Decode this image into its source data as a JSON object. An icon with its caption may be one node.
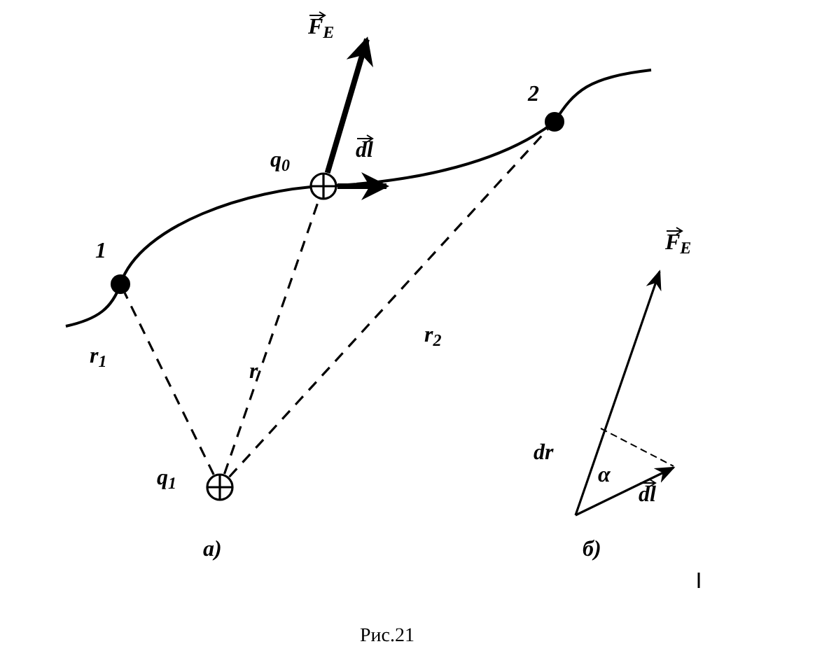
{
  "diagram": {
    "caption": "Рис.21",
    "nodes": [
      {
        "text": [],
        "shape": "circle",
        "beside": [
          "1"
        ]
      },
      {
        "text": [],
        "shape": "circle",
        "beside": [
          "q$_{0}$"
        ]
      },
      {
        "text": [],
        "shape": "circle",
        "beside": [
          "2"
        ]
      },
      {
        "text": [],
        "shape": "circle",
        "beside": [
          "q$_{1}$"
        ]
      }
    ],
    "edges": [
      {
        "from": 3,
        "to": 0,
        "arrow": "none",
        "style": "dashed",
        "label": "r$_{1}$"
      },
      {
        "from": 3,
        "to": 1,
        "arrow": "none",
        "style": "dashed",
        "label": "r"
      },
      {
        "from": 3,
        "to": 2,
        "arrow": "none",
        "style": "dashed",
        "label": "r$_{2}$"
      },
      {
        "from": 1,
        "to": null,
        "arrow": "to",
        "style": "thick",
        "label": "F$_{E}$"
      },
      {
        "from": 1,
        "to": null,
        "arrow": "to",
        "style": "thick",
        "label": "dl"
      }
    ],
    "labels": [
      "а)",
      "F$_{E}$",
      "dr",
      "α",
      "dl",
      "б)"
    ]
  }
}
